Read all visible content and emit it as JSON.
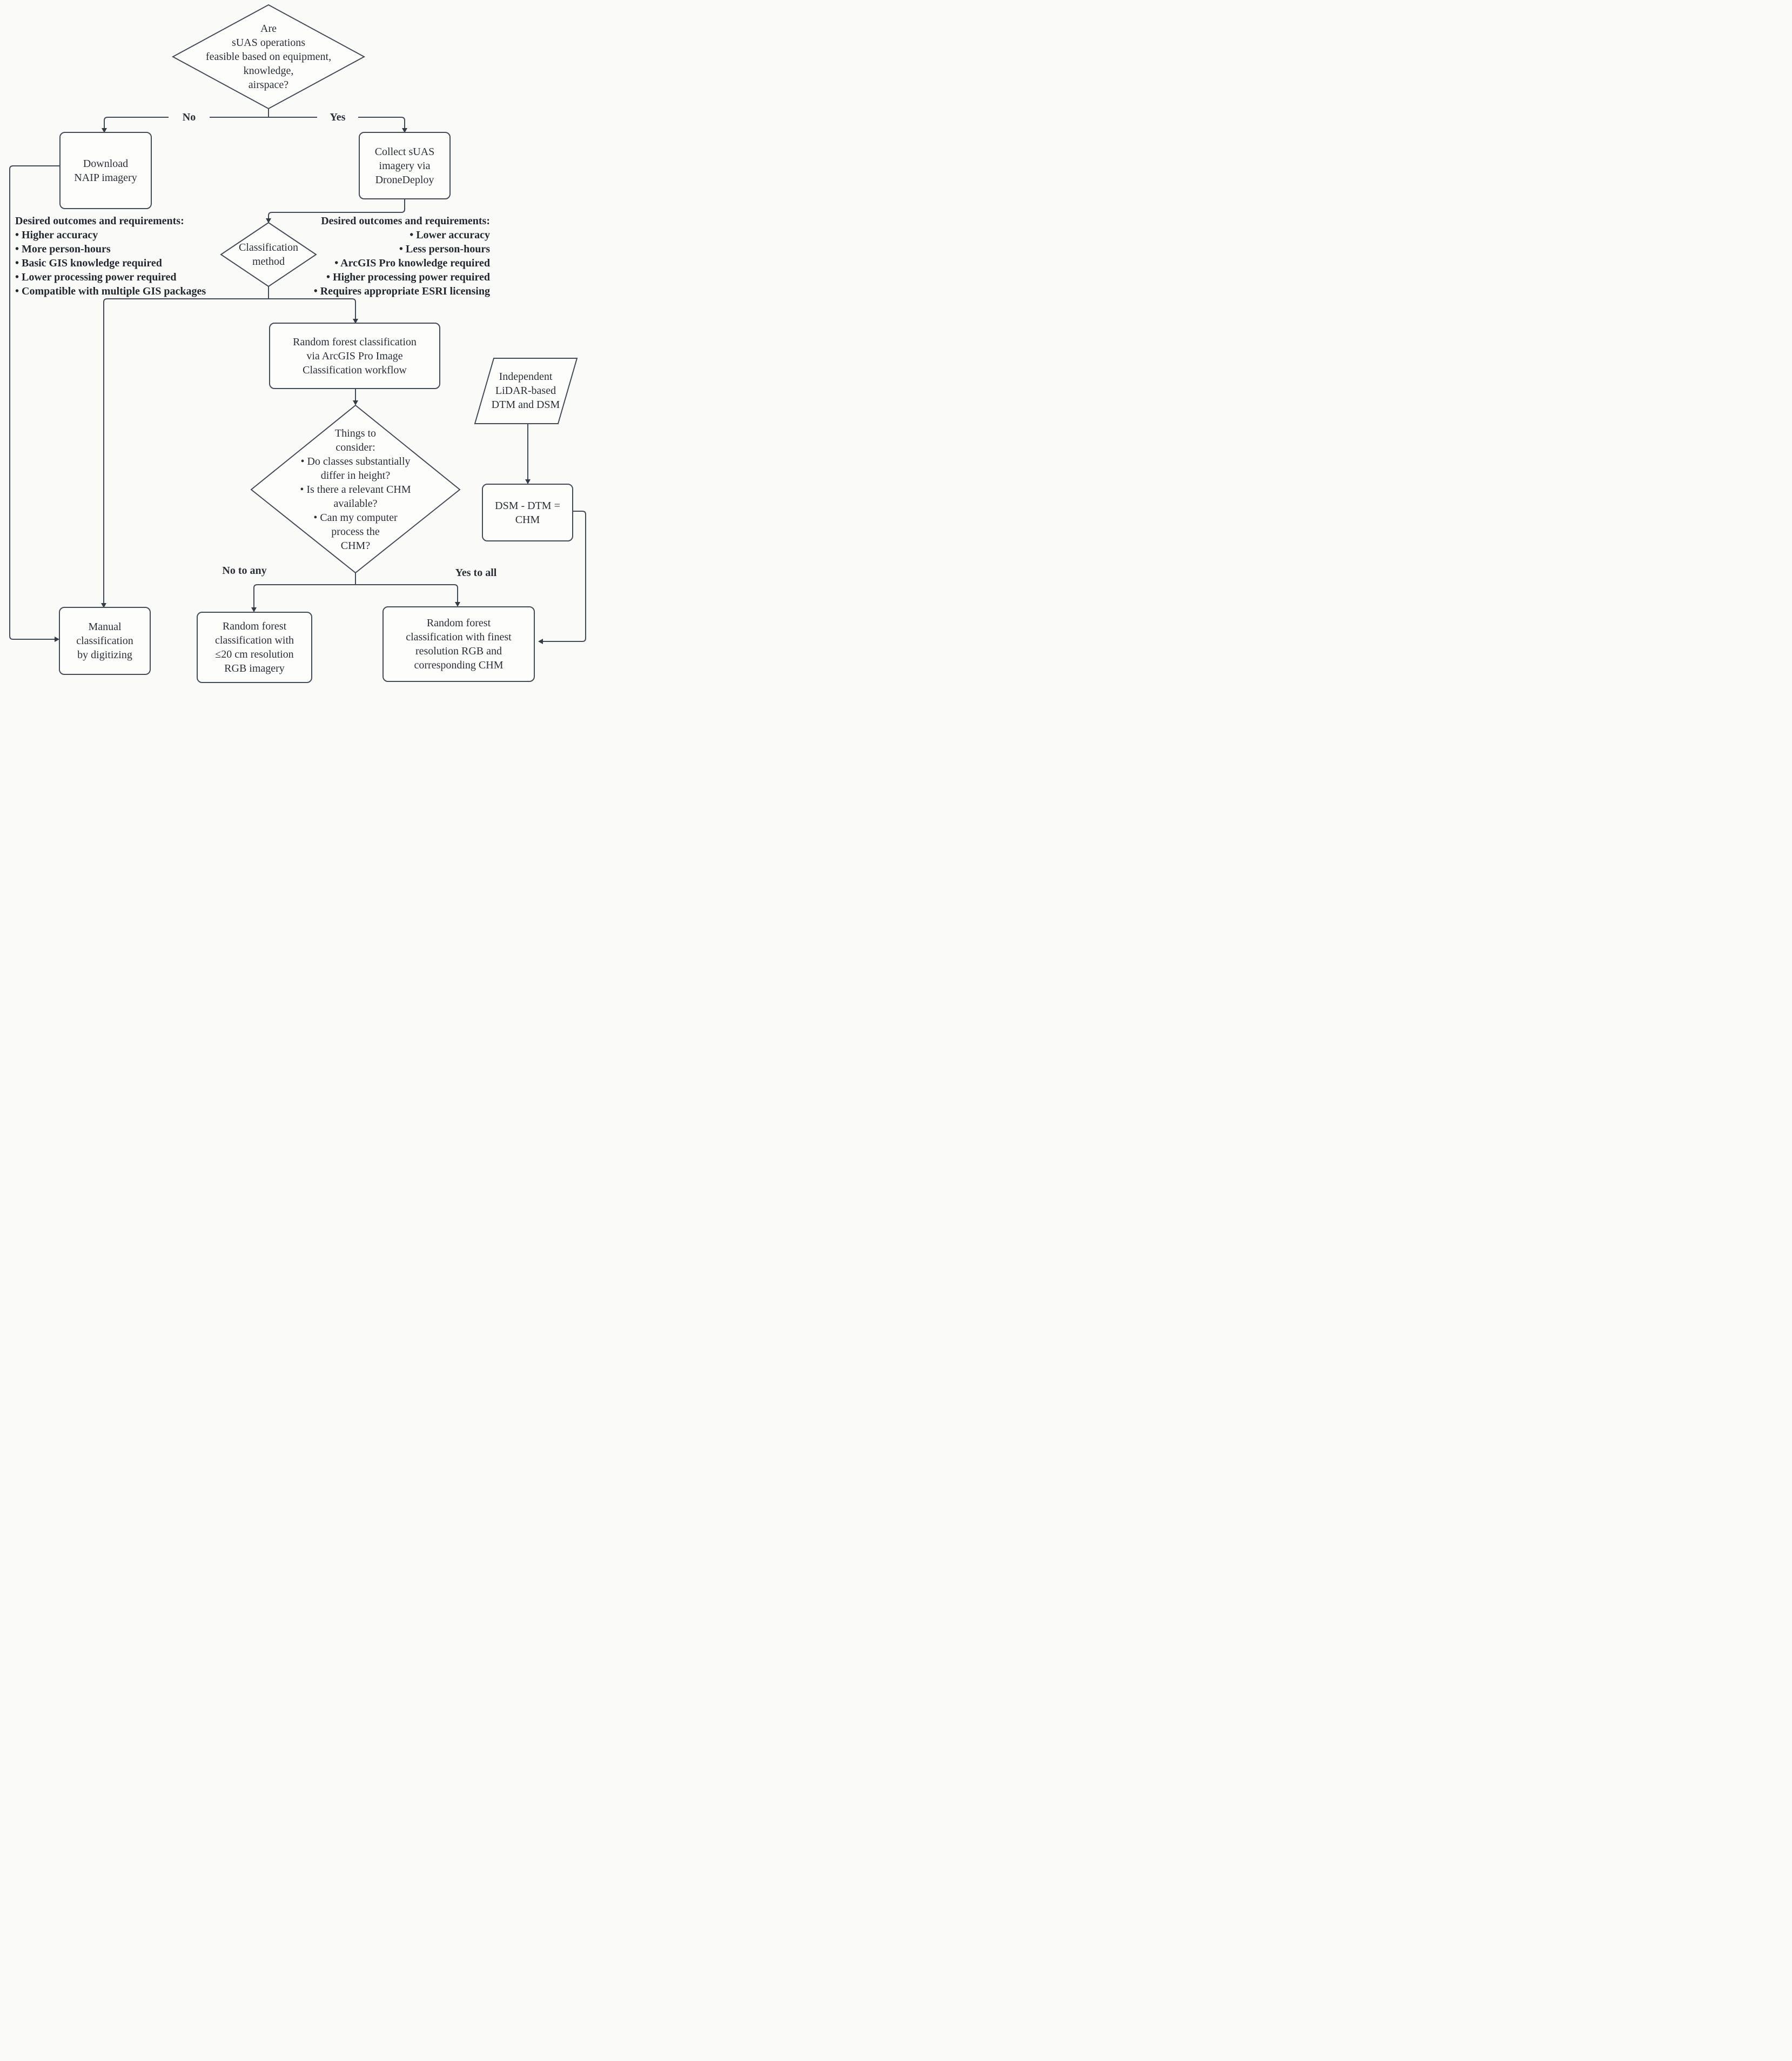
{
  "colors": {
    "background": "#fafaf9",
    "line": "#454b54",
    "text": "#2a2f36",
    "node_fill": "#fdfdfc"
  },
  "edge_labels": {
    "no": "No",
    "yes": "Yes",
    "no_to_any": "No to any",
    "yes_to_all": "Yes to all"
  },
  "nodes": {
    "feasibility_decision": {
      "text": "Are\nsUAS operations\nfeasible based on equipment,\nknowledge,\nairspace?"
    },
    "download_naip": {
      "text": "Download\nNAIP imagery"
    },
    "collect_suas": {
      "text": "Collect sUAS\nimagery via\nDroneDeploy"
    },
    "classification_method": {
      "text": "Classification\nmethod"
    },
    "random_forest_workflow": {
      "text": "Random forest classification\nvia ArcGIS Pro Image\nClassification workflow"
    },
    "lidar_dtm_dsm": {
      "text": "Independent\nLiDAR-based\nDTM and DSM"
    },
    "things_to_consider": {
      "text": "Things to\nconsider:\n• Do classes substantially\ndiffer in height?\n• Is there a relevant CHM\navailable?\n• Can my computer\nprocess the\nCHM?"
    },
    "chm_formula": {
      "text": "DSM - DTM =\nCHM"
    },
    "manual_classification": {
      "text": "Manual\nclassification\nby digitizing"
    },
    "rf_rgb_only": {
      "text": "Random forest\nclassification with\n≤20 cm resolution\nRGB imagery"
    },
    "rf_rgb_chm": {
      "text": "Random forest\nclassification with finest\nresolution RGB and\ncorresponding CHM"
    }
  },
  "annotations": {
    "manual_outcomes": {
      "title": "Desired outcomes and requirements:",
      "bullets": [
        "• Higher accuracy",
        "• More person-hours",
        "• Basic GIS knowledge required",
        "• Lower processing power required",
        "• Compatible with multiple GIS packages"
      ]
    },
    "random_forest_outcomes": {
      "title": "Desired outcomes and requirements:",
      "bullets": [
        "• Lower accuracy",
        "• Less person-hours",
        "• ArcGIS Pro knowledge required",
        "• Higher processing power required",
        "• Requires appropriate ESRI licensing"
      ]
    }
  }
}
